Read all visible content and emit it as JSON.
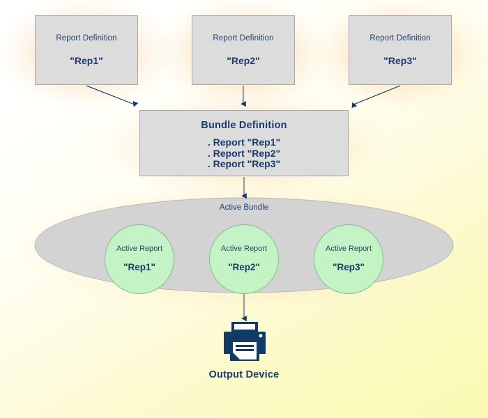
{
  "diagram": {
    "title": "Bundle Definition and Active Bundle flow",
    "colors": {
      "box_fill": "#dcdcdc",
      "box_border": "#a6a6ae",
      "circle_fill": "#c6f3c6",
      "circle_border": "#7fbf8f",
      "text_navy": "#1b3a6b",
      "arrow_navy": "#123a6b",
      "connector_gray": "#9b9b9b",
      "glow_orange": "#f7c98a",
      "bg_top": "#ffffff",
      "bg_bottom": "#fbf9b4"
    }
  },
  "report_definitions": [
    {
      "caption": "Report Definition",
      "name": "\"Rep1\""
    },
    {
      "caption": "Report Definition",
      "name": "\"Rep2\""
    },
    {
      "caption": "Report Definition",
      "name": "\"Rep3\""
    }
  ],
  "bundle_definition": {
    "title": "Bundle Definition",
    "entries": [
      ". Report \"Rep1\"",
      ". Report \"Rep2\"",
      ". Report \"Rep3\""
    ]
  },
  "active_bundle": {
    "label": "Active Bundle",
    "reports": [
      {
        "caption": "Active Report",
        "name": "\"Rep1\""
      },
      {
        "caption": "Active Report",
        "name": "\"Rep2\""
      },
      {
        "caption": "Active Report",
        "name": "\"Rep3\""
      }
    ]
  },
  "output": {
    "label": "Output Device",
    "icon": "printer-icon"
  }
}
